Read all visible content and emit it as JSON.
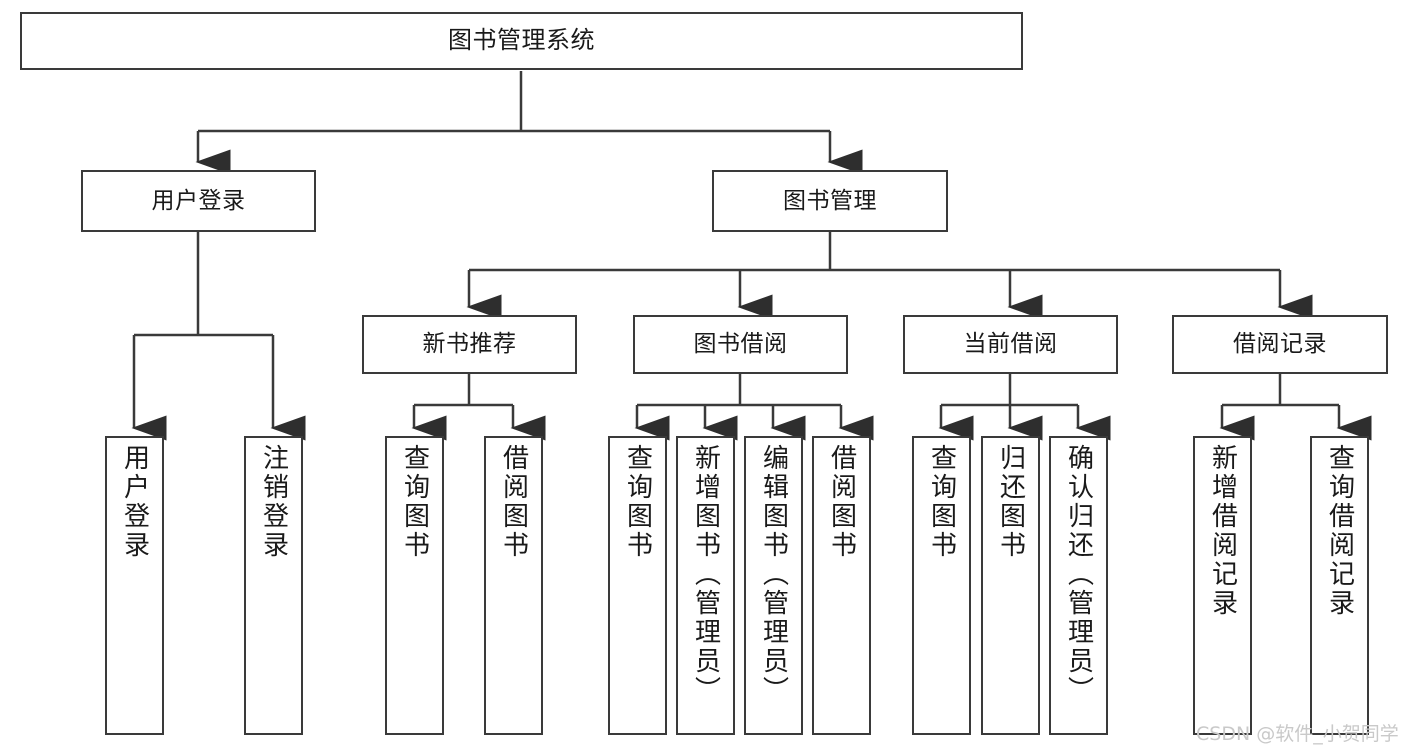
{
  "diagram": {
    "type": "tree-hierarchy-chart",
    "title": "图书管理系统",
    "background_color": "#ffffff",
    "line_color": "#3a3a3a",
    "text_color": "#1a1a1a"
  },
  "root": {
    "label": "图书管理系统"
  },
  "level1": [
    {
      "label": "用户登录"
    },
    {
      "label": "图书管理"
    }
  ],
  "level2": [
    {
      "label": "新书推荐"
    },
    {
      "label": "图书借阅"
    },
    {
      "label": "当前借阅"
    },
    {
      "label": "借阅记录"
    }
  ],
  "leaves": {
    "user_login": [
      {
        "label": "用户登录"
      },
      {
        "label": "注销登录"
      }
    ],
    "new_book": [
      {
        "label": "查询图书"
      },
      {
        "label": "借阅图书"
      }
    ],
    "book_borrow": [
      {
        "label": "查询图书"
      },
      {
        "label": "新增图书（管理员）"
      },
      {
        "label": "编辑图书（管理员）"
      },
      {
        "label": "借阅图书"
      }
    ],
    "current_borrow": [
      {
        "label": "查询图书"
      },
      {
        "label": "归还图书"
      },
      {
        "label": "确认归还（管理员）"
      }
    ],
    "borrow_record": [
      {
        "label": "新增借阅记录"
      },
      {
        "label": "查询借阅记录"
      }
    ]
  },
  "watermark": {
    "text": "CSDN @软件_小贺同学"
  }
}
